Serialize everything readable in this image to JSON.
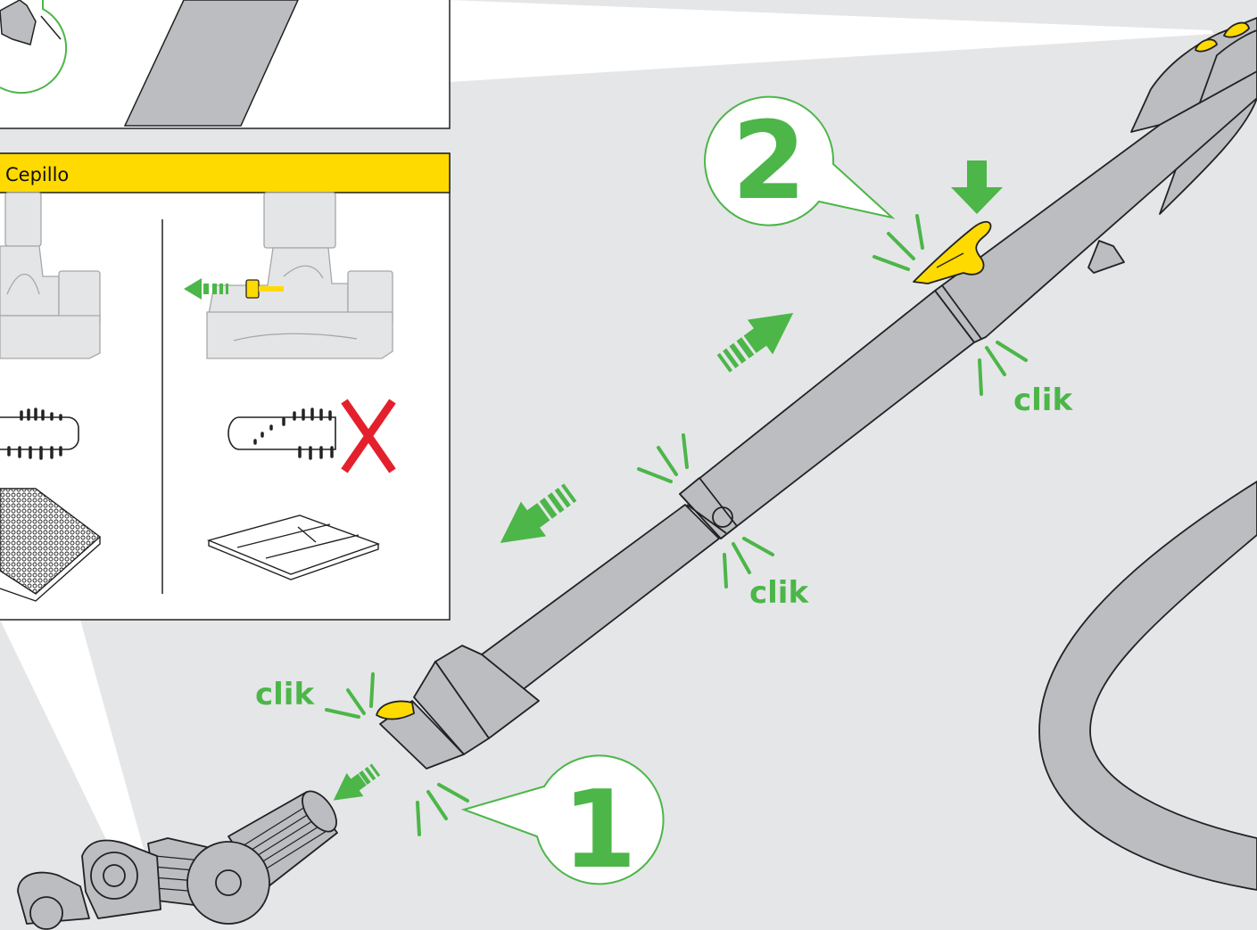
{
  "header": {
    "title": "Cepillo"
  },
  "steps": {
    "one": "1",
    "two": "2"
  },
  "sounds": {
    "clik_top": "clik",
    "clik_mid": "clik",
    "clik_low": "clik"
  },
  "colors": {
    "background": "#e5e6e8",
    "wand_gray": "#bcbdc0",
    "accent_green": "#4cb649",
    "accent_yellow": "#ffda00",
    "cross_red": "#e4202c"
  },
  "icons": {
    "press_down": "arrow-down-icon",
    "extend": "dashed-arrow-up-right-icon",
    "retract": "dashed-arrow-down-left-icon",
    "not_allowed": "red-x-icon"
  }
}
